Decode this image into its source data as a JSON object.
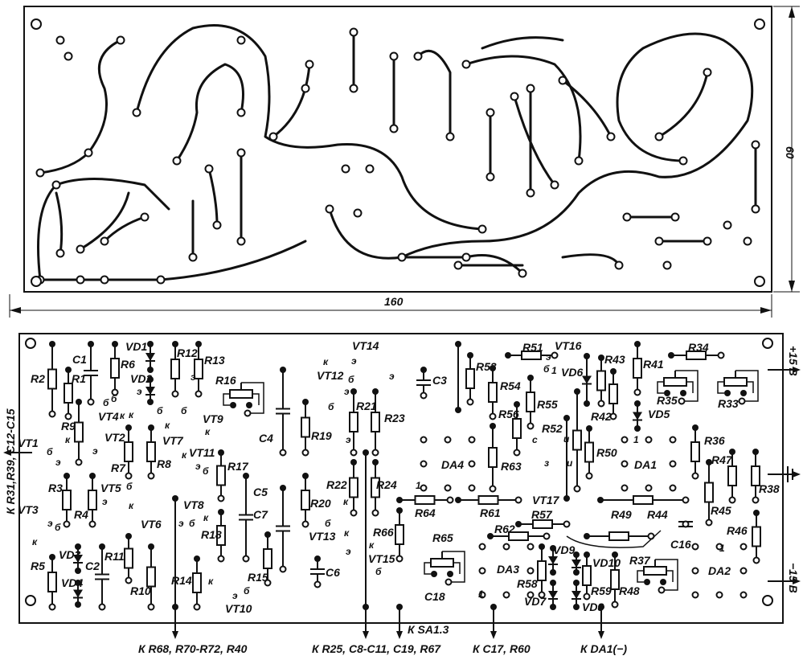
{
  "top_view": {
    "dimension_width": "160",
    "dimension_height": "60"
  },
  "component_labels": [
    "R2",
    "R1",
    "C1",
    "R6",
    "VD1",
    "VD2",
    "R12",
    "R13",
    "R16",
    "VT4",
    "VT9",
    "C4",
    "R9",
    "VT1",
    "VT2",
    "VT7",
    "VT11",
    "R7",
    "R8",
    "R17",
    "C5",
    "C7",
    "R3",
    "VT5",
    "R4",
    "VT3",
    "VT6",
    "VT8",
    "R18",
    "VD3",
    "C2",
    "R5",
    "VD4",
    "R11",
    "R10",
    "R14",
    "R15",
    "VT10",
    "VT14",
    "VT12",
    "C3",
    "R21",
    "R23",
    "R19",
    "R22",
    "R24",
    "R20",
    "VT13",
    "C6",
    "R66",
    "VT15",
    "R65",
    "C18",
    "DA4",
    "R64",
    "R61",
    "R53",
    "R54",
    "R56",
    "R63",
    "R62",
    "DA3",
    "R58",
    "R51",
    "VT16",
    "VD6",
    "R55",
    "R52",
    "R50",
    "VT17",
    "R57",
    "VD9",
    "VD10",
    "R59",
    "R48",
    "VD7",
    "VD8",
    "R43",
    "R42",
    "R41",
    "VD5",
    "R34",
    "R35",
    "R33",
    "DA1",
    "R36",
    "R47",
    "R45",
    "R38",
    "R46",
    "R49",
    "R44",
    "C16",
    "R37",
    "DA2"
  ],
  "pin_labels": [
    "б",
    "э",
    "к",
    "б",
    "к",
    "э",
    "б",
    "к",
    "б",
    "э",
    "к",
    "э",
    "б",
    "к",
    "э",
    "б",
    "к",
    "э",
    "б",
    "к",
    "э",
    "б",
    "к",
    "э",
    "б",
    "к",
    "э",
    "б",
    "к",
    "э",
    "к",
    "б",
    "э",
    "б",
    "э",
    "к",
    "б",
    "к",
    "э",
    "к",
    "б",
    "э",
    "б",
    "э",
    "и",
    "с",
    "з",
    "и",
    "1",
    "1",
    "1",
    "1",
    "1"
  ],
  "connections": {
    "left": "К R31,R39, C12-C15",
    "bottom_1": "К R68, R70-R72, R40",
    "bottom_2": "К R25, C8-C11, C19, R67",
    "bottom_3": "К SA1.3",
    "bottom_4": "К C17, R60",
    "bottom_5": "К DA1(−)",
    "plus_supply": "+15 В",
    "minus_supply": "−15 В",
    "ground_symbol": "ground-icon"
  }
}
